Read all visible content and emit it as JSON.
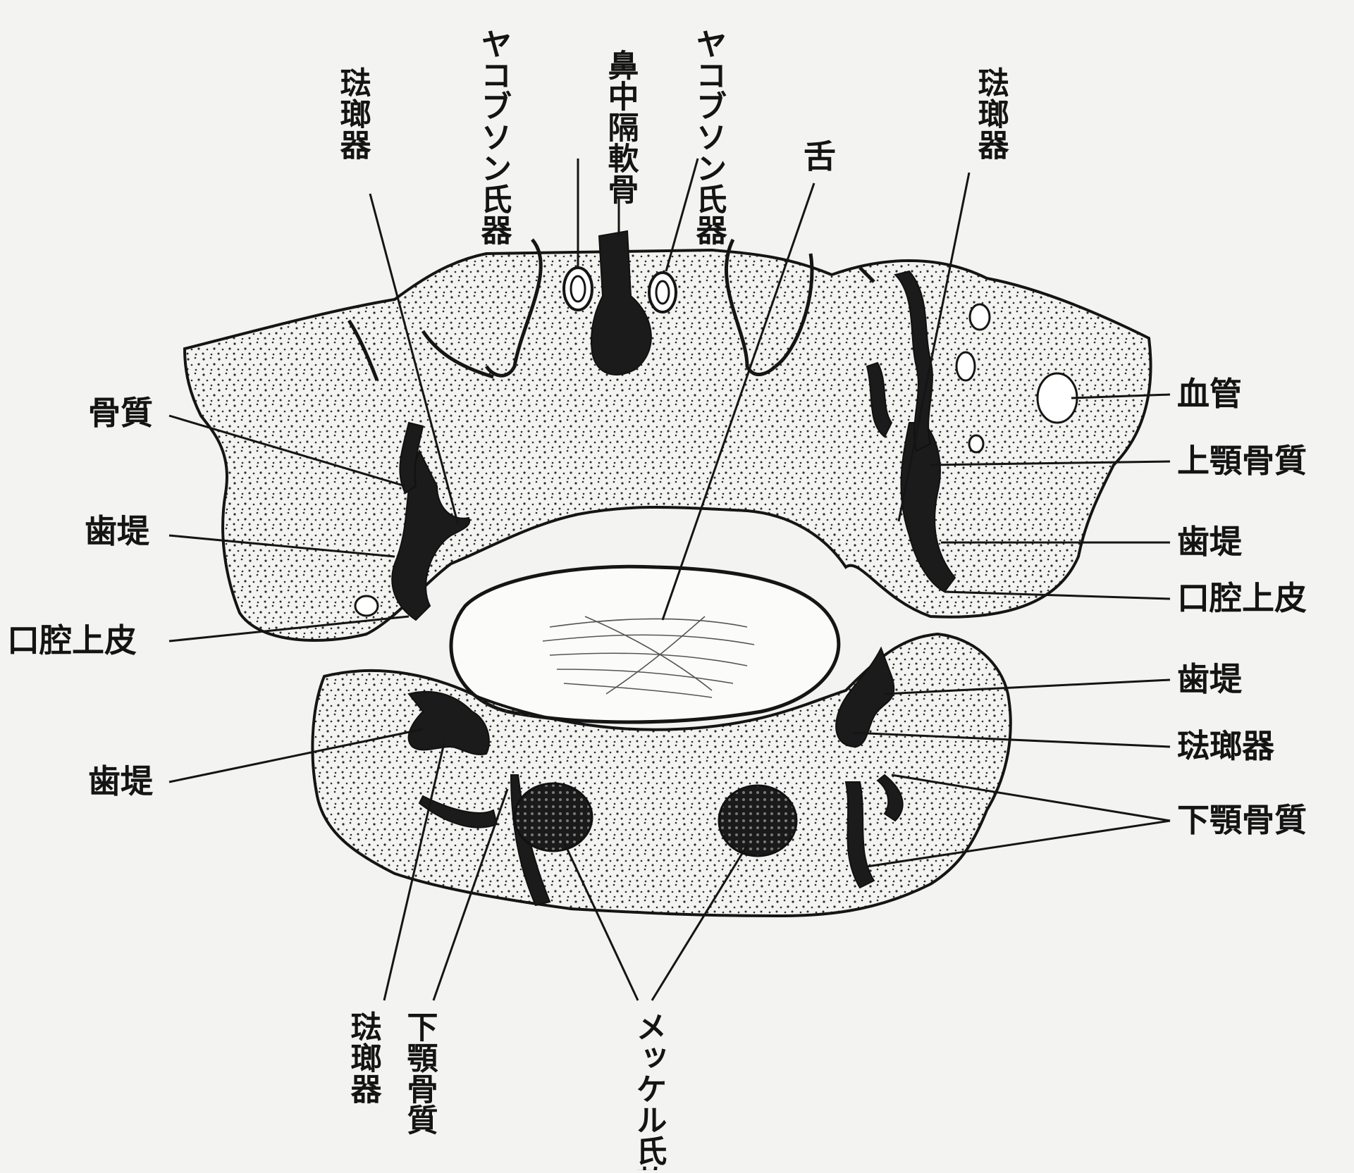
{
  "figure": {
    "labels": {
      "jacobson_left": "ヤコブソン氏器",
      "nasal_septum": "鼻中隔軟骨",
      "jacobson_right": "ヤコブソン氏器",
      "tongue": "舌",
      "enamel_top_left": "琺瑯器",
      "enamel_top_right": "琺瑯器",
      "bone_left": "骨質",
      "dental_ridge_upper_left": "歯堤",
      "oral_epithelium_left": "口腔上皮",
      "dental_ridge_lower_left": "歯堤",
      "blood_vessel_right": "血管",
      "maxilla_right": "上顎骨質",
      "dental_ridge_upper_right": "歯堤",
      "oral_epithelium_right": "口腔上皮",
      "dental_ridge_lower_right": "歯堤",
      "enamel_lower_right": "琺瑯器",
      "mandible_right": "下顎骨質",
      "enamel_bottom": "琺瑯器",
      "mandible_bottom": "下顎骨質",
      "meckel": "メッケル氏軟骨"
    },
    "colors": {
      "paper": "#f3f3f1",
      "ink": "#151515",
      "tissue": "#f7f7f5",
      "stipple": "#2a2a2a"
    }
  }
}
